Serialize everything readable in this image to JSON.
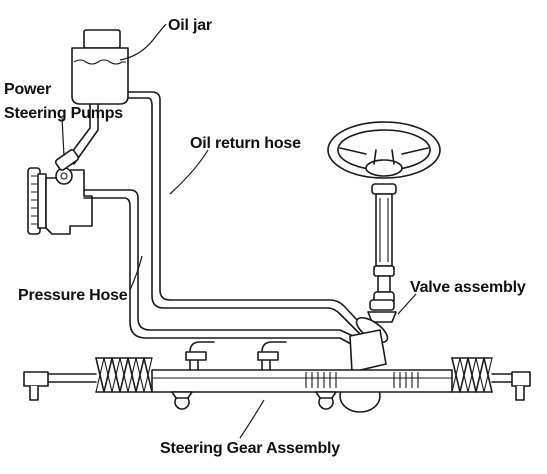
{
  "labels": {
    "oil_jar": "Oil jar",
    "power_steering_pump_line1": "Power",
    "power_steering_pump_line2": "Steering Pumps",
    "oil_return_hose": "Oil return hose",
    "pressure_hose": "Pressure Hose",
    "valve_assembly": "Valve assembly",
    "steering_gear_assembly": "Steering Gear Assembly"
  },
  "colors": {
    "ink": "#1a1a1a",
    "background": "#ffffff"
  }
}
